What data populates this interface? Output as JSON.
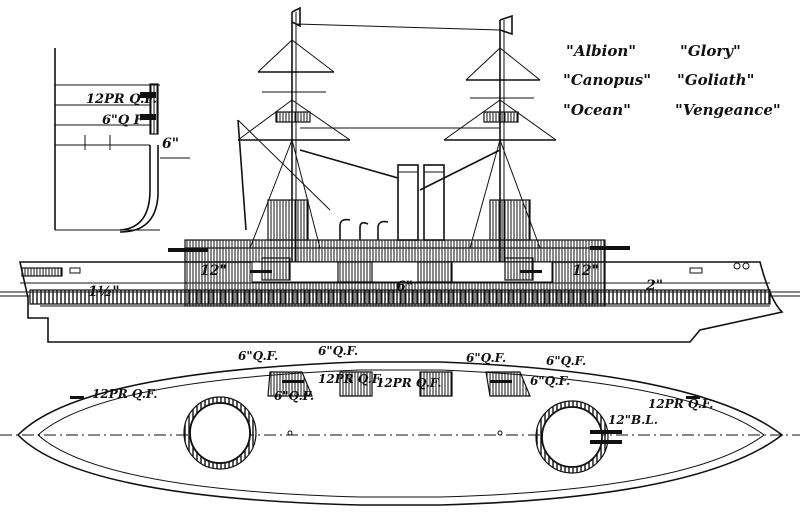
{
  "ship_names": [
    "\"Albion\"",
    "\"Glory\"",
    "\"Canopus\"",
    "\"Goliath\"",
    "\"Ocean\"",
    "\"Vengeance\""
  ],
  "inset_labels": {
    "upper_gun": "12PR Q.F.",
    "lower_gun": "6\"Q F",
    "armor": "6\""
  },
  "profile_labels": {
    "bow_deck": "1½\"",
    "belt_fore": "12\"",
    "belt_mid": "6\"",
    "belt_aft": "12\"",
    "stern_deck": "2\""
  },
  "plan_labels": {
    "fwd_12pr": "12PR Q.F.",
    "six_qf_1": "6\"Q.F.",
    "six_qf_2": "6\"Q.F.",
    "six_qf_3": "6\"Q.F.",
    "twelve_pr_mid": "12PR Q.F.",
    "twelve_pr_center": "12PR Q.F.",
    "six_qf_4": "6\"Q.F.",
    "six_qf_5": "6\"Q.F.",
    "six_qf_6": "6\"Q.F.",
    "twelve_bl": "12\"B.L.",
    "aft_12pr": "12PR Q.F."
  }
}
